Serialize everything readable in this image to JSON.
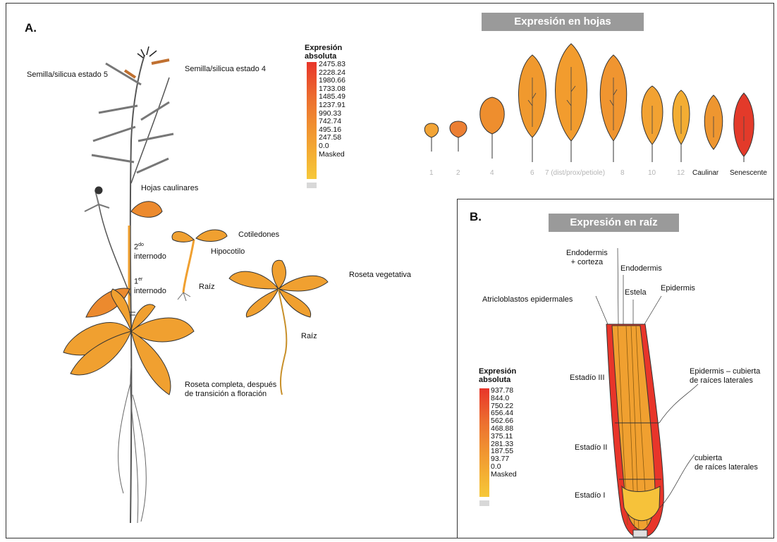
{
  "panelA": {
    "letter": "A.",
    "labels": {
      "seed5": "Semilla/silicua estado 5",
      "seed4": "Semilla/silicua estado 4",
      "cauline_leaves": "Hojas caulinares",
      "cotyledons": "Cotiledones",
      "hypocotyl": "Hipocotilo",
      "root1": "Raíz",
      "internode2": "2",
      "internode2_sup": "do",
      "internode2_b": "internodo",
      "internode1": "1",
      "internode1_sup": "er",
      "internode1_b": "internodo",
      "veg_rosette": "Roseta vegetativa",
      "root2": "Raíz",
      "full_rosette": "Roseta completa, después de transición a floración"
    },
    "legend": {
      "title": "Expresión absoluta",
      "values": [
        "2475.83",
        "2228.24",
        "1980.66",
        "1733.08",
        "1485.49",
        "1237.91",
        "990.33",
        "742.74",
        "495.16",
        "247.58",
        "0.0"
      ],
      "masked": "Masked"
    }
  },
  "leaves": {
    "banner": "Expresión en hojas",
    "labels": [
      "1",
      "2",
      "4",
      "6",
      "7 (dist/prox/petiole)",
      "8",
      "10",
      "12",
      "Caulinar",
      "Senescente"
    ],
    "colors": [
      "#f2a436",
      "#ec7f33",
      "#ee8e2e",
      "#f0992e",
      "#f29c2e",
      "#f09530",
      "#f2a232",
      "#f3ad33",
      "#ee9630",
      "#e33a2a"
    ]
  },
  "panelB": {
    "letter": "B.",
    "banner": "Expresión en raíz",
    "labels": {
      "endo_cortex_a": "Endodermis",
      "endo_cortex_b": "+ corteza",
      "endodermis": "Endodermis",
      "stele": "Estela",
      "epidermis": "Epidermis",
      "atrichoblasts": "Atricloblastos epidermales",
      "stage3": "Estadío III",
      "stage2": "Estadío II",
      "stage1": "Estadío I",
      "epi_cap_a": "Epidermis – cubierta",
      "epi_cap_b": "de raíces laterales",
      "cap_a": "cubierta",
      "cap_b": "de raíces laterales"
    },
    "legend": {
      "title": "Expresión absoluta",
      "values": [
        "937.78",
        "844.0",
        "750.22",
        "656.44",
        "562.66",
        "468.88",
        "375.11",
        "281.33",
        "187.55",
        "93.77",
        "0.0"
      ],
      "masked": "Masked"
    }
  },
  "colors": {
    "high": "#e8352a",
    "mid": "#f08a30",
    "low": "#f6c23a",
    "masked": "#d8d8d8",
    "banner": "#9a9a9a"
  }
}
